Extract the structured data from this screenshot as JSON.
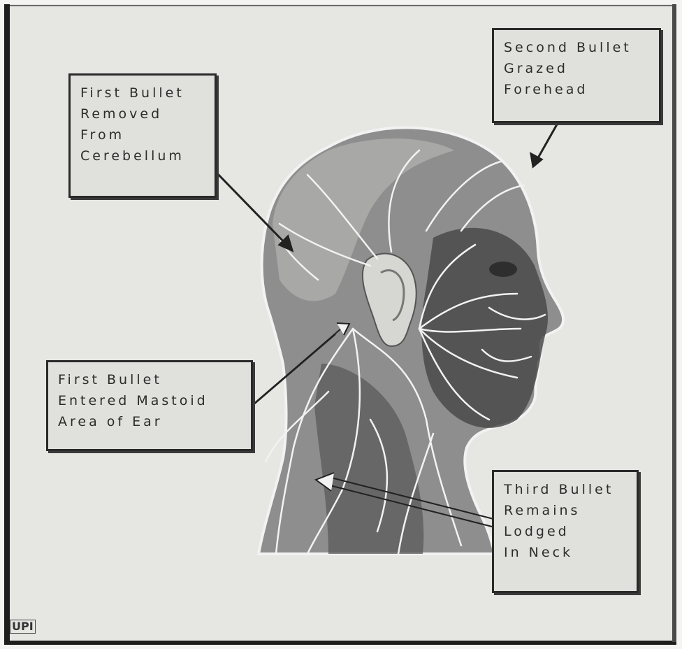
{
  "labels": {
    "first_bullet_removed": [
      "First Bullet",
      "Removed",
      "From",
      "Cerebellum"
    ],
    "second_bullet": [
      "Second Bullet",
      "Grazed",
      "Forehead"
    ],
    "first_bullet_entered": [
      "First Bullet",
      "Entered Mastoid",
      "Area of Ear"
    ],
    "third_bullet": [
      "Third Bullet",
      "Remains",
      "Lodged",
      "In Neck"
    ]
  },
  "credit": "UPI",
  "colors": {
    "background": "#e6e6e3",
    "frame": "#1e1e1e",
    "skin": "#8a8a8a",
    "nerve": "#f2f2f2"
  }
}
